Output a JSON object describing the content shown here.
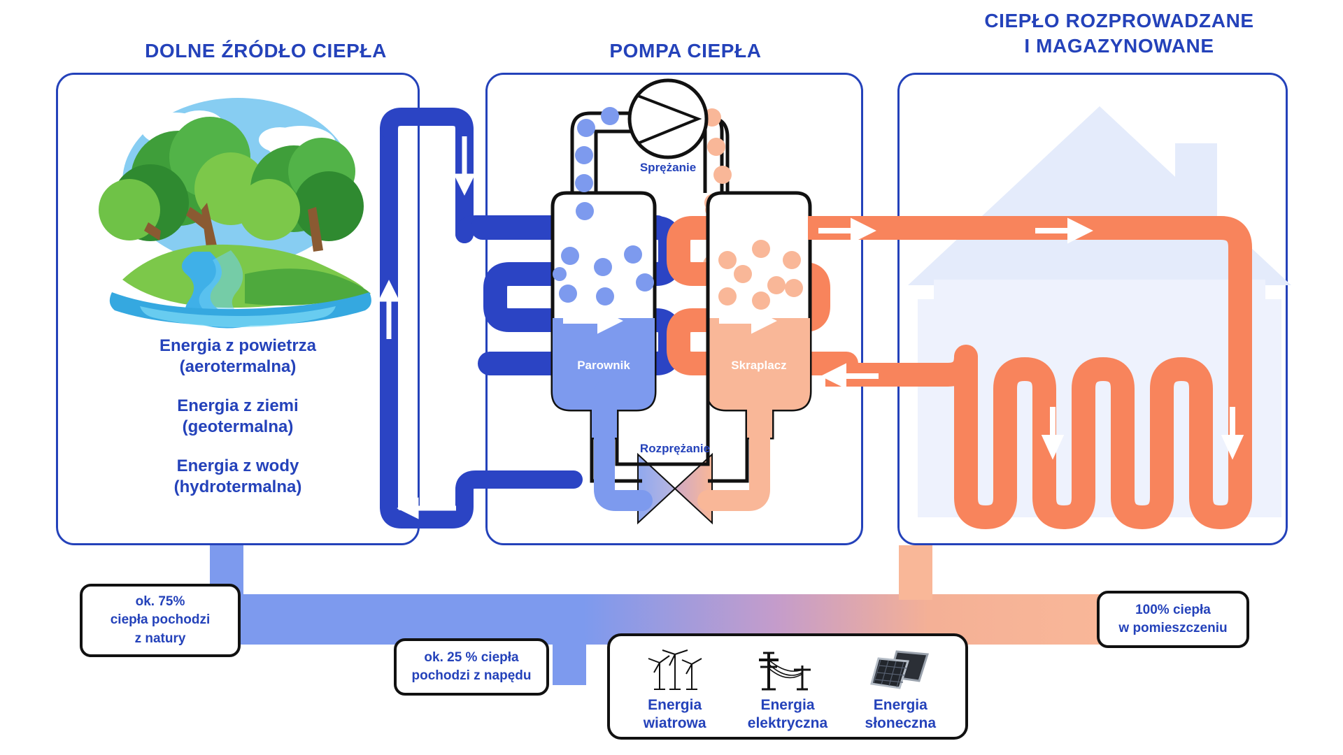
{
  "panels": {
    "source": {
      "title": "DOLNE ŹRÓDŁO CIEPŁA"
    },
    "pump": {
      "title": "POMPA CIEPŁA"
    },
    "distribution": {
      "title_line1": "CIEPŁO ROZPROWADZANE",
      "title_line2": "I MAGAZYNOWANE"
    }
  },
  "source_types": {
    "air_line1": "Energia z powietrza",
    "air_line2": "(aerotermalna)",
    "ground_line1": "Energia z ziemi",
    "ground_line2": "(geotermalna)",
    "water_line1": "Energia z wody",
    "water_line2": "(hydrotermalna)"
  },
  "pump_components": {
    "compression": "Sprężanie",
    "expansion": "Rozprężanie",
    "evaporator": "Parownik",
    "condenser": "Skraplacz"
  },
  "callouts": {
    "nature": {
      "line1": "ok. 75%",
      "line2": "ciepła pochodzi",
      "line3": "z natury"
    },
    "drive": {
      "line1": "ok. 25 % ciepła",
      "line2": "pochodzi z napędu"
    },
    "indoor": {
      "line1": "100% ciepła",
      "line2": "w pomieszczeniu"
    }
  },
  "energy_sources": [
    {
      "icon": "wind-turbine-icon",
      "label_line1": "Energia",
      "label_line2": "wiatrowa"
    },
    {
      "icon": "power-line-icon",
      "label_line1": "Energia",
      "label_line2": "elektryczna"
    },
    {
      "icon": "solar-panel-icon",
      "label_line1": "Energia",
      "label_line2": "słoneczna"
    }
  ],
  "colors": {
    "brand_blue": "#2442ba",
    "pipe_blue": "#2b44c4",
    "light_blue": "#7d9aee",
    "orange": "#f8845c",
    "light_orange": "#f9b798",
    "house_fill": "#e8eefc",
    "outline": "#111111"
  }
}
